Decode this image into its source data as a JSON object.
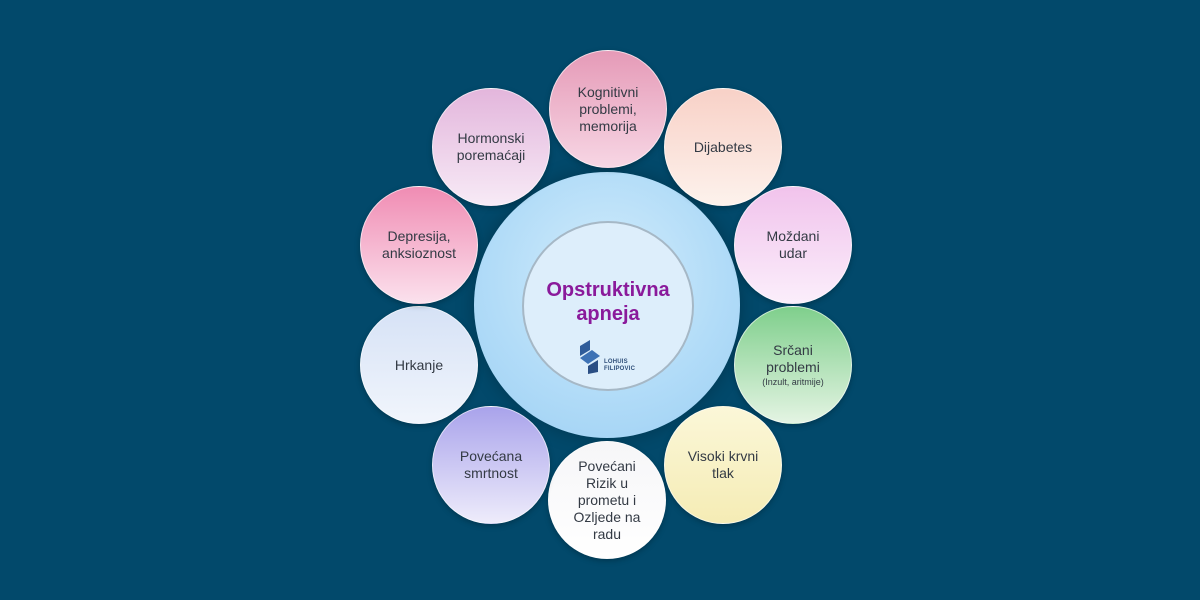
{
  "center": {
    "title": "Opstruktivna\napneja",
    "logo_text": "LOHUIS\nFILIPOVIC"
  },
  "nodes": [
    {
      "label": "Kognitivni\nproblemi,\nmemorija"
    },
    {
      "label": "Dijabetes"
    },
    {
      "label": "Moždani\nudar"
    },
    {
      "label": "Srčani\nproblemi",
      "note": "(Inzult, aritmije)"
    },
    {
      "label": "Visoki krvni\ntlak"
    },
    {
      "label": "Povećani\nRizik u\nprometu i\nOzljede na\nradu"
    },
    {
      "label": "Povećana\nsmrtnost"
    },
    {
      "label": "Hrkanje"
    },
    {
      "label": "Depresija,\nanksioznost"
    },
    {
      "label": "Hormonski\nporemaćaji"
    }
  ],
  "colors": {
    "background": "#02496b",
    "title": "#8a1a9b",
    "logo": "#2f5c9a"
  }
}
